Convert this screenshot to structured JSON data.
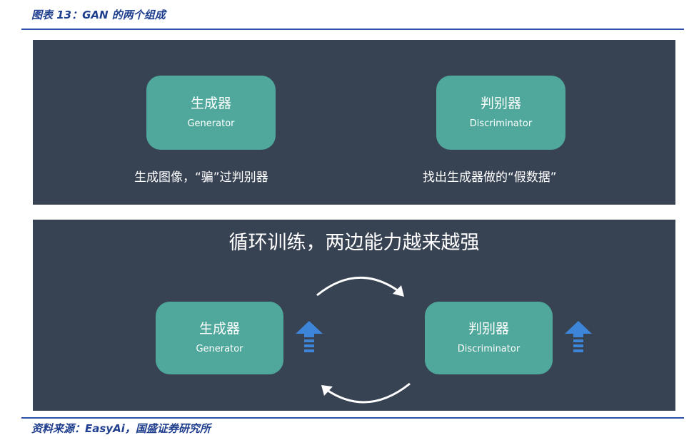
{
  "figure_title": "图表 13：GAN 的两个组成",
  "panel1": {
    "generator": {
      "cn": "生成器",
      "en": "Generator"
    },
    "discriminator": {
      "cn": "判别器",
      "en": "Discriminator"
    },
    "generator_caption": "生成图像，“骗”过判别器",
    "discriminator_caption": "找出生成器做的“假数据”"
  },
  "panel2": {
    "headline": "循环训练，两边能力越来越强",
    "generator": {
      "cn": "生成器",
      "en": "Generator"
    },
    "discriminator": {
      "cn": "判别器",
      "en": "Discriminator"
    }
  },
  "source": "资料来源：EasyAi，国盛证券研究所",
  "colors": {
    "panel_bg": "#374253",
    "node_fill": "#4fa89b",
    "up_arrow": "#3d85d8",
    "accent_blue": "#1f3e8e"
  },
  "icons": [
    "cycle-arrow-top-icon",
    "cycle-arrow-bottom-icon",
    "up-arrow-icon"
  ]
}
